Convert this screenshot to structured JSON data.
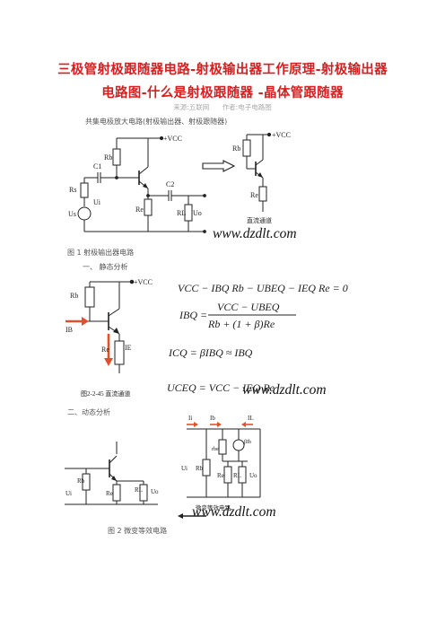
{
  "article": {
    "title_line1": "三极管射极跟随器电路-射极输出器工作原理-射极输出器",
    "title_line2": "电路图-什么是射极跟随器 -晶体管跟随器",
    "source": "来源:五联网",
    "author": "作者:电子电路图",
    "intro": "共集电极放大电路(射极输出器、射极跟随器)",
    "fig1_caption": "图 1 射极输出器电路",
    "section1": "一、 静态分析",
    "section2": "二、动态分析",
    "fig2_caption": "图 2 微变等效电路",
    "watermark": "www.dzdlt.com"
  },
  "labels": {
    "vcc": "+VCC",
    "rb": "Rb",
    "re": "Re",
    "rl": "RL",
    "rs": "Rs",
    "c1": "C1",
    "c2": "C2",
    "ui": "Ui",
    "uo": "Uo",
    "us": "Us",
    "ib": "IB",
    "ie": "IE",
    "dc_path_1": "直流通道",
    "dc_path_2": "图2-2-45 直流通道",
    "micro_eq": "微变等效电路",
    "rbe": "rbe",
    "beta_ib": "βIb",
    "i_b": "Ib",
    "i_i": "Ii",
    "i_l": "IL"
  },
  "equations": {
    "eq1": "VCC − IBQ Rb − UBEQ − IEQ Re = 0",
    "eq2_lhs": "IBQ =",
    "eq2_num": "VCC − UBEQ",
    "eq2_den": "Rb + (1 + β)Re",
    "eq3": "ICQ = βIBQ ≈ IBQ",
    "eq4": "UCEQ = VCC − IEQ Re"
  }
}
